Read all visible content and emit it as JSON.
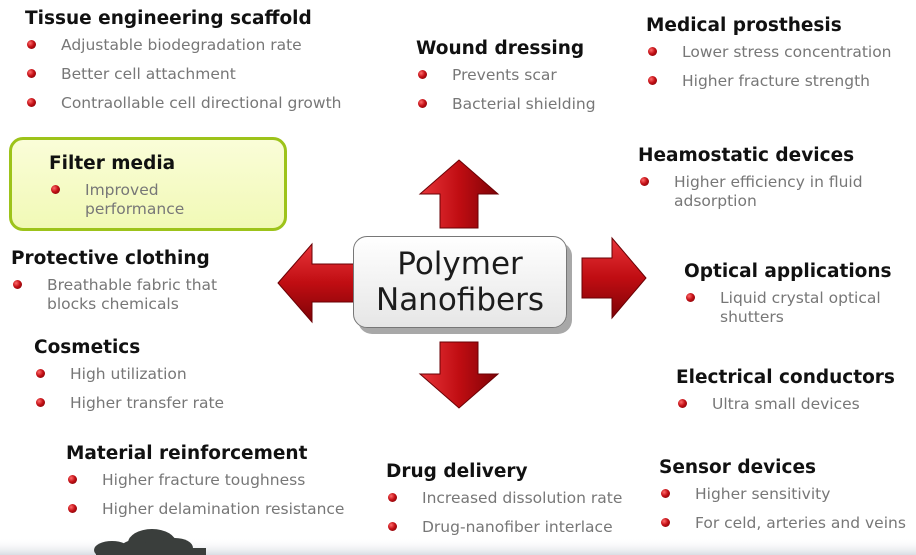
{
  "center": {
    "line1": "Polymer",
    "line2": "Nanofibers"
  },
  "colors": {
    "arrow": "#c00d12",
    "bullet": "#c41016",
    "filter_border": "#9dc31a",
    "filter_fill": "#f3f9bd"
  },
  "groups": {
    "tissue": {
      "title": "Tissue engineering scaffold",
      "items": [
        "Adjustable biodegradation rate",
        "Better cell attachment",
        "Contraollable cell directional growth"
      ]
    },
    "wound": {
      "title": "Wound dressing",
      "items": [
        "Prevents scar",
        "Bacterial shielding"
      ]
    },
    "prosthesis": {
      "title": "Medical prosthesis",
      "items": [
        "Lower stress concentration",
        "Higher fracture strength"
      ]
    },
    "filter": {
      "title": "Filter media",
      "items": [
        "Improved\nperformance"
      ]
    },
    "heamostatic": {
      "title": "Heamostatic devices",
      "items": [
        "Higher efficiency in fluid\nadsorption"
      ]
    },
    "protective": {
      "title": "Protective clothing",
      "items": [
        "Breathable fabric that\nblocks chemicals"
      ]
    },
    "optical": {
      "title": "Optical applications",
      "items": [
        "Liquid crystal optical\nshutters"
      ]
    },
    "cosmetics": {
      "title": "Cosmetics",
      "items": [
        "High utilization",
        "Higher transfer rate"
      ]
    },
    "electrical": {
      "title": "Electrical conductors",
      "items": [
        "Ultra small devices"
      ]
    },
    "material": {
      "title": "Material reinforcement",
      "items": [
        "Higher fracture toughness",
        "Higher delamination resistance"
      ]
    },
    "drug": {
      "title": "Drug delivery",
      "items": [
        "Increased dissolution rate",
        "Drug-nanofiber interlace"
      ]
    },
    "sensor": {
      "title": "Sensor devices",
      "items": [
        "Higher sensitivity",
        "For celd, arteries and veins"
      ]
    }
  }
}
